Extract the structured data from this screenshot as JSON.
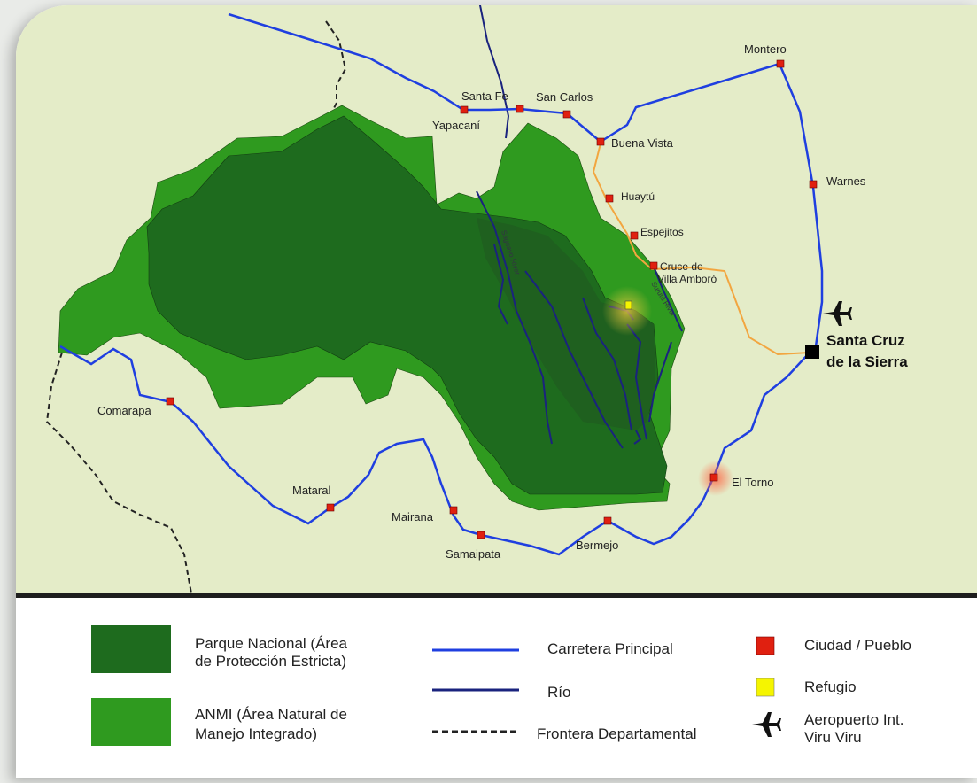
{
  "map": {
    "towns": [
      {
        "id": "montero",
        "label": "Montero"
      },
      {
        "id": "santa-fe",
        "label": "Santa Fe"
      },
      {
        "id": "san-carlos",
        "label": "San Carlos"
      },
      {
        "id": "yapacani",
        "label": "Yapacaní"
      },
      {
        "id": "buena-vista",
        "label": "Buena Vista"
      },
      {
        "id": "warnes",
        "label": "Warnes"
      },
      {
        "id": "huaytu",
        "label": "Huaytú"
      },
      {
        "id": "espejitos",
        "label": "Espejitos"
      },
      {
        "id": "cruce",
        "label_1": "Cruce de",
        "label_2": "Villa Amboró"
      },
      {
        "id": "comarapa",
        "label": "Comarapa"
      },
      {
        "id": "mataral",
        "label": "Mataral"
      },
      {
        "id": "mairana",
        "label": "Mairana"
      },
      {
        "id": "samaipata",
        "label": "Samaipata"
      },
      {
        "id": "bermejo",
        "label": "Bermejo"
      },
      {
        "id": "el-torno",
        "label": "El Torno"
      }
    ],
    "capital": {
      "label_1": "Santa Cruz",
      "label_2": "de la Sierra"
    },
    "rivers": [
      {
        "label": "Saguayo River"
      },
      {
        "label": "Surutú River"
      }
    ],
    "colors": {
      "background": "#e4ecc8",
      "park": "#1e6b1e",
      "park_dark": "#1f5f1f",
      "anmi": "#2f9a1f",
      "road": "#1f3fe0",
      "river": "#1a237e",
      "secondary_road": "#f2a640",
      "border": "#222222",
      "town": "#e02010",
      "refuge": "#f5f500"
    }
  },
  "legend": {
    "park_1": "Parque Nacional (Área",
    "park_2": "de Protección Estricta)",
    "anmi_1": "ANMI (Área Natural de",
    "anmi_2": "Manejo Integrado)",
    "road": "Carretera Principal",
    "river": "Río",
    "border": "Frontera Departamental",
    "town": "Ciudad / Pueblo",
    "refuge": "Refugio",
    "airport_1": "Aeropuerto Int.",
    "airport_2": "Viru Viru",
    "icons": {
      "airport": "airplane-icon",
      "town": "red-square-icon",
      "refuge": "yellow-square-icon"
    }
  }
}
